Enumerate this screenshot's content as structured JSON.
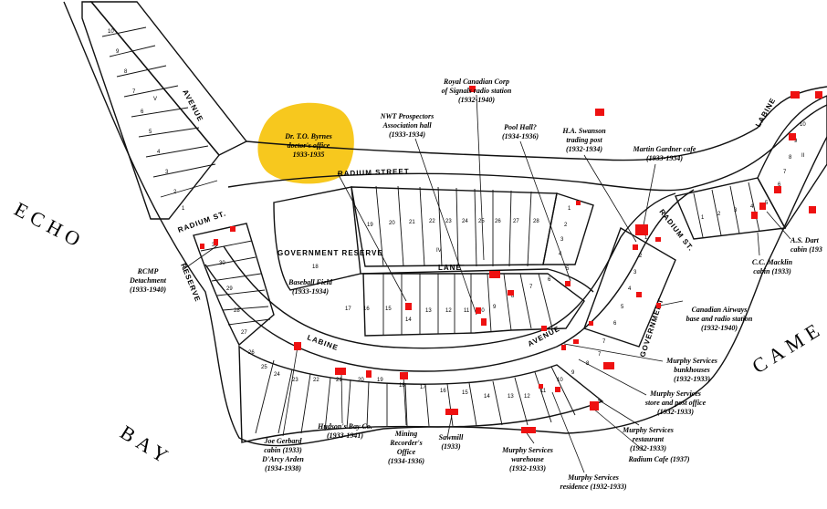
{
  "map": {
    "water_labels": {
      "echo": "ECHO",
      "bay": "BAY",
      "came": "CAME"
    },
    "streets": {
      "radium_street": "RADIUM STREET",
      "radium_st_left": "RADIUM ST.",
      "radium_st_right": "RADIUM ST.",
      "avenue_top": "AVENUE",
      "labine_avenue_a": "LABINE",
      "labine_avenue_b": "AVENUE",
      "lane": "LANE",
      "labine_top": "LABINE",
      "reserve": "RESERVE",
      "government": "GOVERNMENT"
    },
    "blocks": {
      "v": "V",
      "iv": "IV",
      "ii": "II"
    },
    "reserve": {
      "name": "GOVERNMENT RESERVE",
      "number": "18"
    },
    "highlight": {
      "name": "Dr. T.O. Byrnes",
      "desc": "doctor's office",
      "years": "1933-1935",
      "color": "#f7c81e"
    },
    "labels": [
      {
        "id": "royal-canadian-corp",
        "lines": [
          "Royal Canadian Corp",
          "of Signals radio station",
          "(1932-1940)"
        ]
      },
      {
        "id": "nwt-prospectors",
        "lines": [
          "NWT Prospectors",
          "Association hall",
          "(1933-1934)"
        ]
      },
      {
        "id": "pool-hall",
        "lines": [
          "Pool Hall?",
          "(1934-1936)"
        ]
      },
      {
        "id": "ha-swanson",
        "lines": [
          "H.A. Swanson",
          "trading post",
          "(1932-1934)"
        ]
      },
      {
        "id": "martin-gardner",
        "lines": [
          "Martin Gardner cafe",
          "(1933-1934)"
        ]
      },
      {
        "id": "rcmp",
        "lines": [
          "RCMP",
          "Detachment",
          "(1933-1940)"
        ]
      },
      {
        "id": "baseball-field",
        "lines": [
          "Baseball Field",
          "(1933-1934)"
        ]
      },
      {
        "id": "as-dart",
        "lines": [
          "A.S. Dart",
          "cabin (193"
        ]
      },
      {
        "id": "cc-macklin",
        "lines": [
          "C.C. Macklin",
          "cabin (1933)"
        ]
      },
      {
        "id": "canadian-airways",
        "lines": [
          "Canadian Airways",
          "base and radio station",
          "(1932-1940)"
        ]
      },
      {
        "id": "murphy-bunkhouses",
        "lines": [
          "Murphy Services",
          "bunkhouses",
          "(1932-1933)"
        ]
      },
      {
        "id": "murphy-store",
        "lines": [
          "Murphy Services",
          "store and post office",
          "(1932-1933)"
        ]
      },
      {
        "id": "murphy-restaurant",
        "lines": [
          "Murphy Services",
          "restaurant",
          "(1932-1933)"
        ]
      },
      {
        "id": "radium-cafe",
        "lines": [
          "Radium Cafe (1937)"
        ]
      },
      {
        "id": "murphy-residence",
        "lines": [
          "Murphy Services",
          "residence (1932-1933)"
        ]
      },
      {
        "id": "murphy-warehouse",
        "lines": [
          "Murphy Services",
          "warehouse",
          "(1932-1933)"
        ]
      },
      {
        "id": "sawmill",
        "lines": [
          "Sawmill",
          "(1933)"
        ]
      },
      {
        "id": "mining-recorder",
        "lines": [
          "Mining",
          "Recorder's",
          "Office",
          "(1934-1936)"
        ]
      },
      {
        "id": "hudsons-bay",
        "lines": [
          "Hudson's Bay Co.",
          "(1933-1941)"
        ]
      },
      {
        "id": "joe-gerbard",
        "lines": [
          "Joe Gerbard",
          "cabin (1933)",
          "D'Arcy Arden",
          "(1934-1938)"
        ]
      }
    ],
    "lots": {
      "block_v": [
        "10",
        "9",
        "8",
        "7",
        "6",
        "5",
        "4",
        "3",
        "2",
        "1"
      ],
      "north_row": [
        "19",
        "20",
        "21",
        "22",
        "23",
        "24",
        "25",
        "26",
        "27",
        "28"
      ],
      "mid_row": [
        "17",
        "16",
        "15",
        "14",
        "13",
        "12",
        "11",
        "10",
        "9",
        "8",
        "7",
        "6"
      ],
      "south_row": [
        "23",
        "22",
        "21",
        "20",
        "19",
        "18",
        "17",
        "16",
        "15",
        "14",
        "13",
        "12",
        "11",
        "10",
        "9",
        "8",
        "7"
      ],
      "west_col": [
        "31",
        "30",
        "29",
        "28",
        "27",
        "26",
        "25",
        "24"
      ],
      "gov_col": [
        "1",
        "2",
        "3",
        "4",
        "5",
        "6",
        "7"
      ],
      "east_row": [
        "1",
        "2",
        "3",
        "4",
        "5",
        "6"
      ],
      "ne_col": [
        "10",
        "9",
        "8",
        "7",
        "6"
      ],
      "iv_east": [
        "1",
        "2",
        "3",
        "4",
        "5"
      ]
    }
  }
}
